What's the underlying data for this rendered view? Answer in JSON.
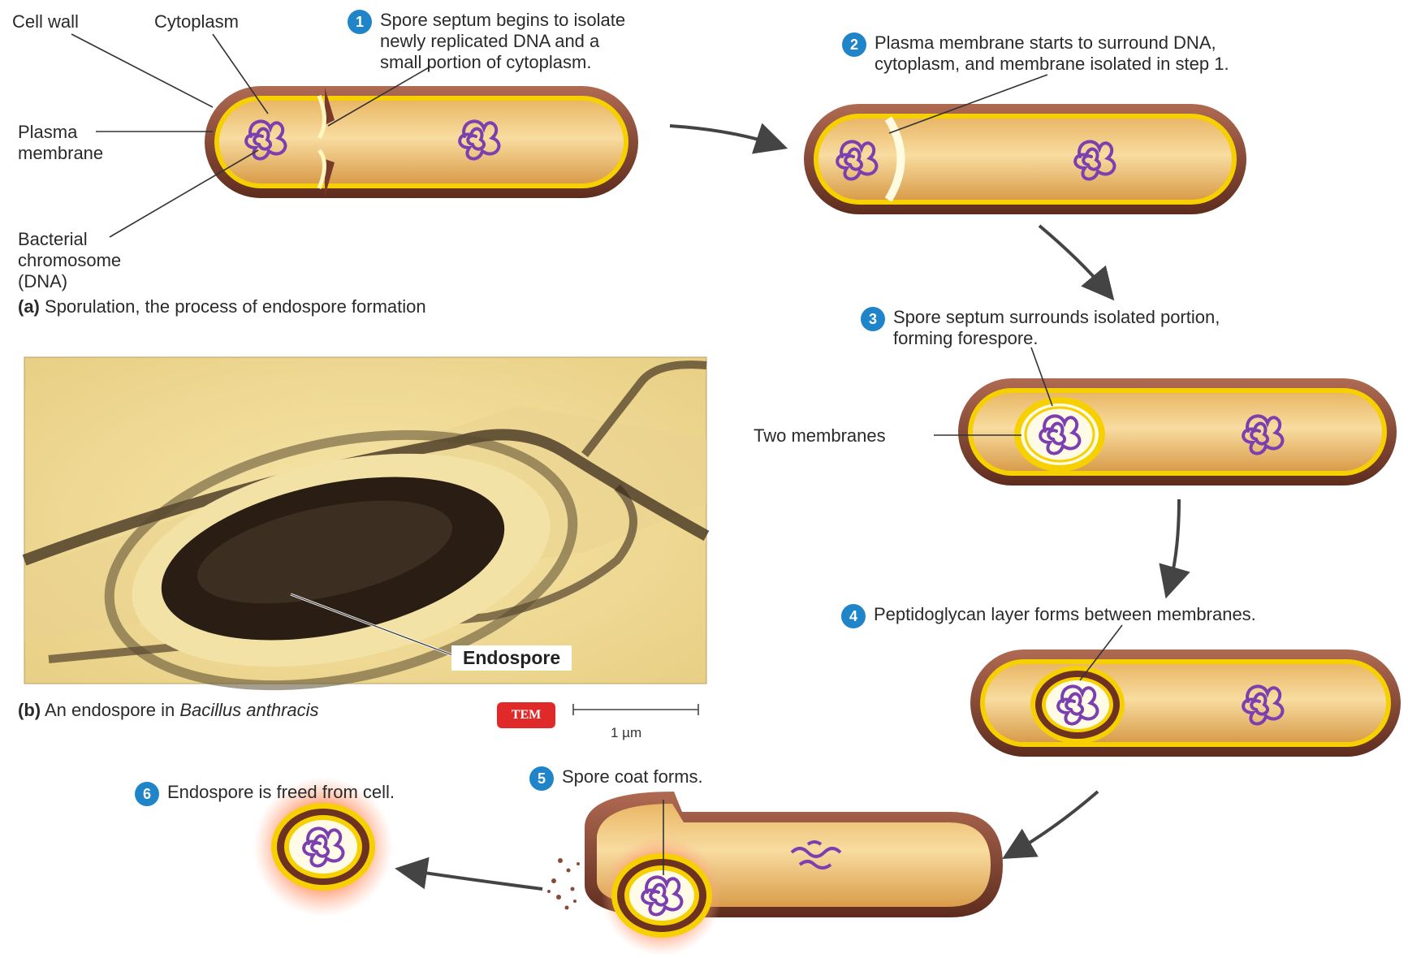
{
  "labels": {
    "cell_wall": "Cell wall",
    "cytoplasm": "Cytoplasm",
    "plasma_membrane_1": "Plasma",
    "plasma_membrane_2": "membrane",
    "chromosome_1": "Bacterial",
    "chromosome_2": "chromosome",
    "chromosome_3": "(DNA)",
    "two_membranes": "Two membranes"
  },
  "steps": [
    {
      "num": "1",
      "lines": [
        "Spore septum begins to isolate",
        "newly replicated DNA and a",
        "small portion of cytoplasm."
      ]
    },
    {
      "num": "2",
      "lines": [
        "Plasma membrane starts to surround DNA,",
        "cytoplasm, and membrane isolated in step 1."
      ]
    },
    {
      "num": "3",
      "lines": [
        "Spore septum surrounds isolated portion,",
        "forming forespore."
      ]
    },
    {
      "num": "4",
      "lines": [
        "Peptidoglycan layer forms between membranes."
      ]
    },
    {
      "num": "5",
      "lines": [
        "Spore coat forms."
      ]
    },
    {
      "num": "6",
      "lines": [
        "Endospore is freed from cell."
      ]
    }
  ],
  "caption_a": {
    "letter": "(a)",
    "text": "Sporulation, the process of endospore formation"
  },
  "caption_b": {
    "letter": "(b)",
    "text": "An endospore in",
    "species": "Bacillus anthracis"
  },
  "micrograph": {
    "label": "Endospore",
    "badge": "TEM",
    "scale": "1 µm"
  },
  "colors": {
    "step_badge": "#1f84c8",
    "cell_wall": "#7a3a2a",
    "cytoplasm": "#f0c87a",
    "membrane": "#f6d000",
    "dna": "#7b3fb0",
    "tem_badge": "#e02a2a"
  }
}
